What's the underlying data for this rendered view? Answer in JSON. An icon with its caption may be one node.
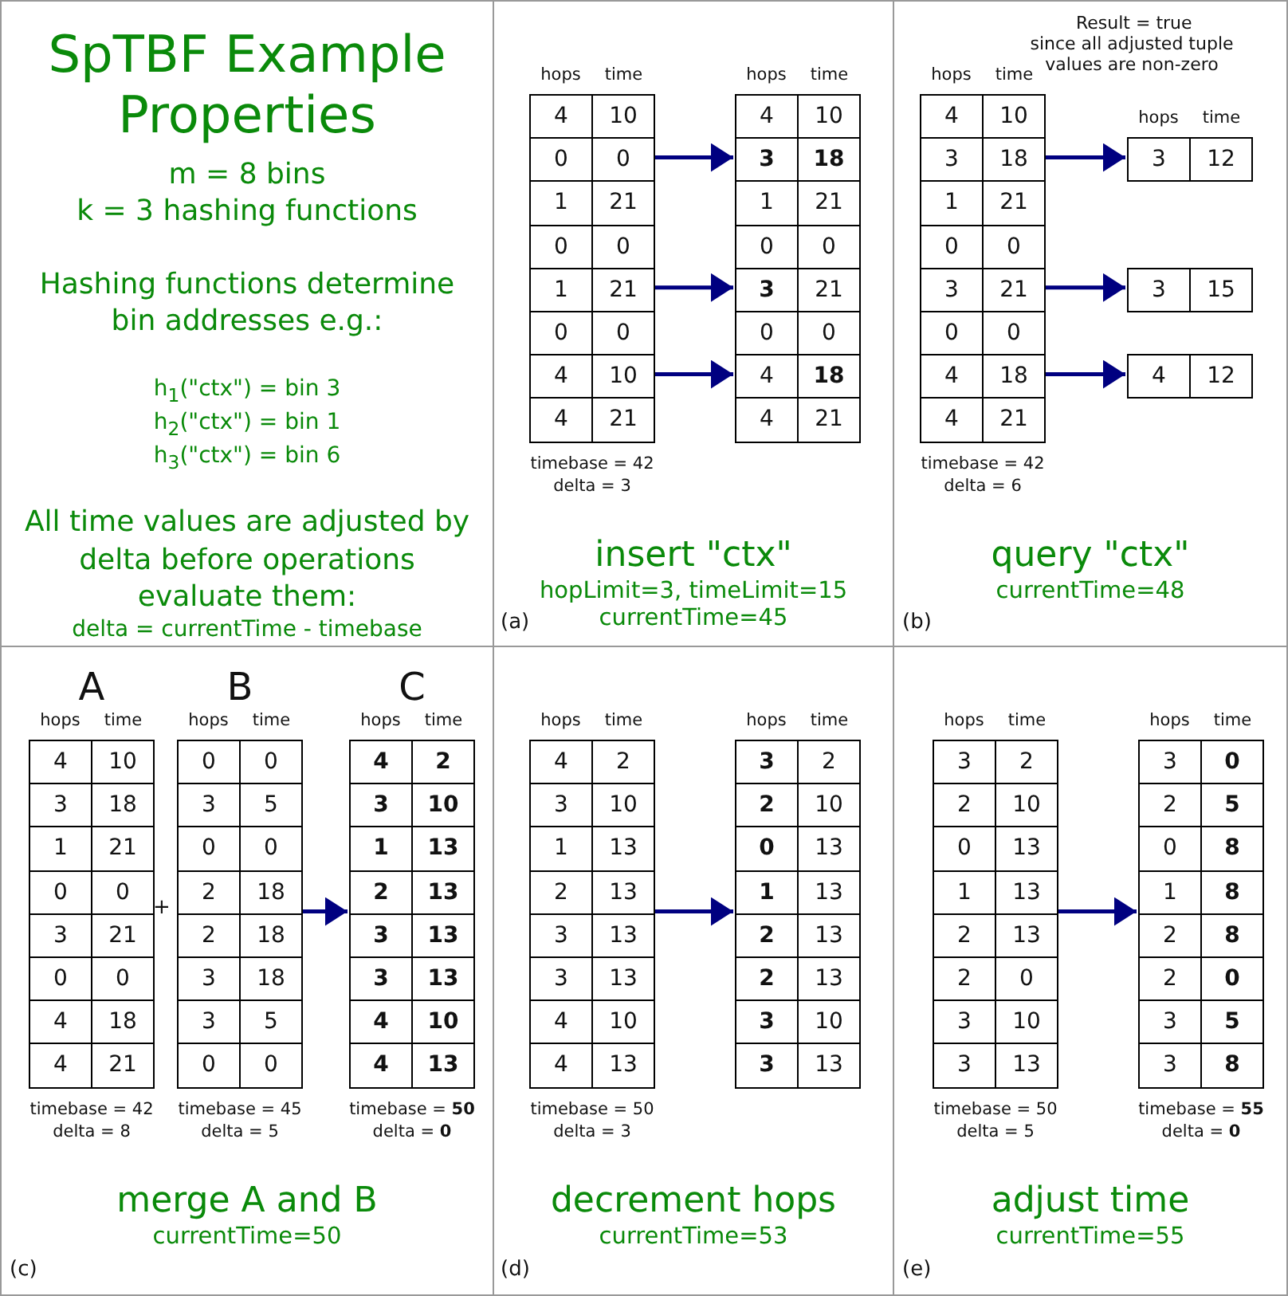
{
  "diagram": {
    "nodes": [
      {
        "text": [
          "SpTBF Example Properties",
          "m = 8 bins",
          "k = 3 hashing functions",
          "Hashing functions determine bin addresses e.g.:",
          "h$_{1}$(\"ctx\") = bin 3",
          "h$_{2}$(\"ctx\") = bin 1",
          "h$_{3}$(\"ctx\") = bin 6",
          "All time values are adjusted by delta before operations evaluate them:",
          "delta = currentTime - timebase"
        ]
      },
      {
        "text": [
          "insert \"ctx\"",
          "hopLimit=3, timeLimit=15",
          "currentTime=45"
        ]
      },
      {
        "text": [
          "hops",
          "time",
          "4",
          "10",
          "0",
          "0",
          "1",
          "21",
          "0",
          "0",
          "1",
          "21",
          "0",
          "0",
          "4",
          "10",
          "4",
          "21"
        ],
        "in": 1,
        "beside": [
          "timebase = 42",
          "delta = 3"
        ]
      },
      {
        "text": [
          "hops",
          "time",
          "4",
          "10",
          "**3**",
          "**18**",
          "1",
          "21",
          "0",
          "0",
          "**3**",
          "21",
          "0",
          "0",
          "4",
          "**18**",
          "4",
          "21"
        ],
        "in": 1
      },
      {
        "text": [
          "query \"ctx\"",
          "currentTime=48"
        ]
      },
      {
        "text": [
          "hops",
          "time",
          "4",
          "10",
          "3",
          "18",
          "1",
          "21",
          "0",
          "0",
          "3",
          "21",
          "0",
          "0",
          "4",
          "18",
          "4",
          "21"
        ],
        "in": 4,
        "beside": [
          "timebase = 42",
          "delta = 6"
        ]
      },
      {
        "text": [
          "hops",
          "time",
          "3",
          "12"
        ],
        "in": 4
      },
      {
        "text": [
          "3",
          "15"
        ],
        "in": 4
      },
      {
        "text": [
          "4",
          "12"
        ],
        "in": 4
      },
      {
        "text": [
          "merge A and B",
          "currentTime=50"
        ]
      },
      {
        "text": [
          "A",
          "hops",
          "time",
          "4",
          "10",
          "3",
          "18",
          "1",
          "21",
          "0",
          "0",
          "3",
          "21",
          "0",
          "0",
          "4",
          "18",
          "4",
          "21"
        ],
        "in": 9,
        "beside": [
          "timebase = 42",
          "delta = 8"
        ]
      },
      {
        "text": [
          "B",
          "hops",
          "time",
          "0",
          "0",
          "3",
          "5",
          "0",
          "0",
          "2",
          "18",
          "2",
          "18",
          "3",
          "18",
          "3",
          "5",
          "0",
          "0"
        ],
        "in": 9,
        "beside": [
          "timebase = 45",
          "delta = 5"
        ]
      },
      {
        "text": [
          "C",
          "hops",
          "time",
          "**4**",
          "**2**",
          "**3**",
          "**10**",
          "**1**",
          "**13**",
          "**2**",
          "**13**",
          "**3**",
          "**13**",
          "**3**",
          "**13**",
          "**4**",
          "**10**",
          "**4**",
          "**13**"
        ],
        "in": 9,
        "beside": [
          "timebase = **50**",
          "delta = **0**"
        ]
      },
      {
        "text": [
          "decrement hops",
          "currentTime=53"
        ]
      },
      {
        "text": [
          "hops",
          "time",
          "4",
          "2",
          "3",
          "10",
          "1",
          "13",
          "2",
          "13",
          "3",
          "13",
          "3",
          "13",
          "4",
          "10",
          "4",
          "13"
        ],
        "in": 13,
        "beside": [
          "timebase = 50",
          "delta = 3"
        ]
      },
      {
        "text": [
          "hops",
          "time",
          "**3**",
          "2",
          "**2**",
          "10",
          "**0**",
          "13",
          "**1**",
          "13",
          "**2**",
          "13",
          "**2**",
          "13",
          "**3**",
          "10",
          "**3**",
          "13"
        ],
        "in": 13
      },
      {
        "text": [
          "adjust time",
          "currentTime=55"
        ]
      },
      {
        "text": [
          "hops",
          "time",
          "3",
          "2",
          "2",
          "10",
          "0",
          "13",
          "1",
          "13",
          "2",
          "13",
          "2",
          "0",
          "3",
          "10",
          "3",
          "13"
        ],
        "in": 16,
        "beside": [
          "timebase = 50",
          "delta = 5"
        ]
      },
      {
        "text": [
          "hops",
          "time",
          "3",
          "**0**",
          "2",
          "**5**",
          "0",
          "**8**",
          "1",
          "**8**",
          "2",
          "**8**",
          "2",
          "**0**",
          "3",
          "**5**",
          "3",
          "**8**"
        ],
        "in": 16,
        "beside": [
          "timebase = **55**",
          "delta = **0**"
        ]
      }
    ],
    "edges": [
      {
        "from": 2,
        "to": 3,
        "arrow": "to"
      },
      {
        "from": 2,
        "to": 3,
        "arrow": "to"
      },
      {
        "from": 2,
        "to": 3,
        "arrow": "to"
      },
      {
        "from": 5,
        "to": 6,
        "arrow": "to"
      },
      {
        "from": 5,
        "to": 7,
        "arrow": "to"
      },
      {
        "from": 5,
        "to": 8,
        "arrow": "to"
      },
      {
        "from": 11,
        "to": 12,
        "arrow": "to"
      },
      {
        "from": 14,
        "to": 15,
        "arrow": "to"
      },
      {
        "from": 17,
        "to": 18,
        "arrow": "to"
      }
    ],
    "labels": [
      "(a)",
      "Result = true",
      "since all adjusted tuple values are non-zero",
      "(b)",
      "+",
      "(c)",
      "(d)",
      "(e)"
    ]
  }
}
